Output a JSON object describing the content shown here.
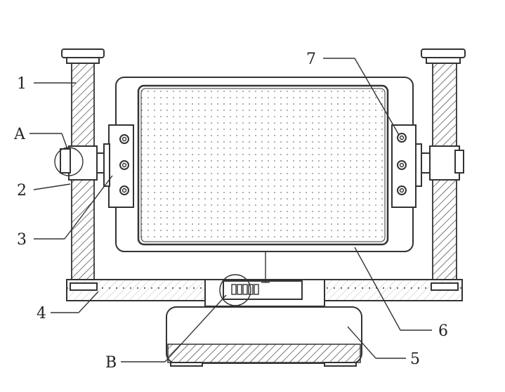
{
  "diagram": {
    "labels": {
      "l1": "1",
      "lA": "A",
      "l2": "2",
      "l3": "3",
      "l4": "4",
      "lB": "B",
      "l5": "5",
      "l6": "6",
      "l7": "7"
    },
    "colors": {
      "stroke": "#333333",
      "dots": "#777777"
    }
  }
}
